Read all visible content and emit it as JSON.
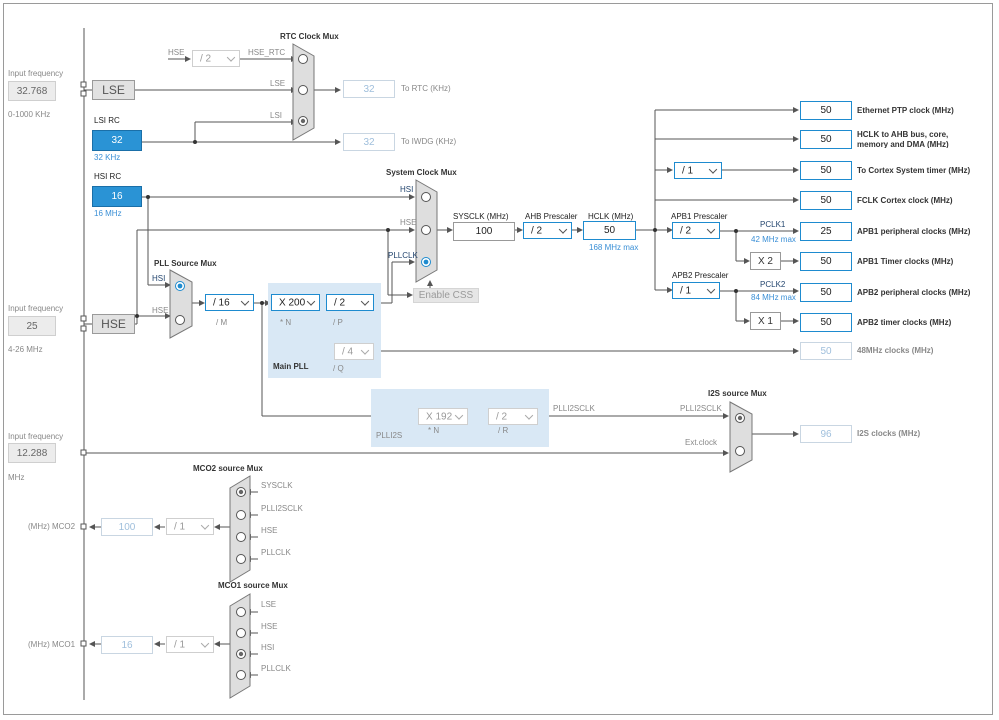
{
  "input_lse": {
    "label": "Input frequency",
    "value": "32.768",
    "range": "0-1000 KHz"
  },
  "input_hse": {
    "label": "Input frequency",
    "value": "25",
    "range": "4-26 MHz"
  },
  "input_i2s": {
    "label": "Input frequency",
    "value": "12.288",
    "range": "MHz"
  },
  "lse": {
    "label": "LSE"
  },
  "lsi": {
    "title": "LSI RC",
    "value": "32",
    "freq": "32 KHz"
  },
  "hsi": {
    "title": "HSI RC",
    "value": "16",
    "freq": "16 MHz"
  },
  "hse": {
    "label": "HSE"
  },
  "rtc": {
    "title": "RTC Clock Mux",
    "hse_label": "HSE",
    "hse_div": "/ 2",
    "hse_rtc": "HSE_RTC",
    "lse_label": "LSE",
    "lsi_label": "LSI",
    "value": "32",
    "out_label": "To RTC (KHz)"
  },
  "iwdg": {
    "value": "32",
    "out_label": "To IWDG (KHz)"
  },
  "sysmux": {
    "title": "System Clock Mux",
    "hsi": "HSI",
    "hse": "HSE",
    "pllclk": "PLLCLK",
    "enable_css": "Enable CSS"
  },
  "pllsrc": {
    "title": "PLL Source Mux",
    "hsi": "HSI",
    "hse": "HSE"
  },
  "mainpll": {
    "title": "Main PLL",
    "m_value": "/ 16",
    "m_label": "/ M",
    "n_value": "X 200",
    "n_label": "* N",
    "p_value": "/ 2",
    "p_label": "/ P",
    "q_value": "/ 4",
    "q_label": "/ Q"
  },
  "sysclk": {
    "label": "SYSCLK (MHz)",
    "value": "100"
  },
  "ahb": {
    "label": "AHB Prescaler",
    "value": "/ 2"
  },
  "hclk": {
    "label": "HCLK (MHz)",
    "value": "50",
    "max": "168 MHz max"
  },
  "apb1": {
    "label": "APB1 Prescaler",
    "value": "/ 2",
    "pclk": "PCLK1",
    "max": "42 MHz max",
    "x": "X 2"
  },
  "apb2": {
    "label": "APB2 Prescaler",
    "value": "/ 1",
    "pclk": "PCLK2",
    "max": "84 MHz max",
    "x": "X 1"
  },
  "cortex_div": {
    "value": "/ 1"
  },
  "outputs": [
    {
      "value": "50",
      "label": "Ethernet PTP clock (MHz)"
    },
    {
      "value": "50",
      "label": "HCLK to AHB bus, core,"
    },
    {
      "value": "50",
      "label": "To Cortex System timer (MHz)"
    },
    {
      "value": "50",
      "label": "FCLK Cortex clock (MHz)"
    },
    {
      "value": "25",
      "label": "APB1 peripheral clocks (MHz)"
    },
    {
      "value": "50",
      "label": "APB1 Timer clocks (MHz)"
    },
    {
      "value": "50",
      "label": "APB2 peripheral clocks (MHz)"
    },
    {
      "value": "50",
      "label": "APB2 timer clocks (MHz)"
    }
  ],
  "hclk_label_line2": "memory and DMA (MHz)",
  "usb48": {
    "value": "50",
    "label": "48MHz clocks (MHz)"
  },
  "plli2s": {
    "title": "PLLI2S",
    "n_value": "X 192",
    "n_label": "* N",
    "r_value": "/ 2",
    "r_label": "/ R",
    "out": "PLLI2SCLK"
  },
  "i2smux": {
    "title": "I2S source Mux",
    "plli2sclk": "PLLI2SCLK",
    "ext": "Ext.clock",
    "value": "96",
    "out_label": "I2S clocks (MHz)"
  },
  "mco2": {
    "title": "MCO2 source Mux",
    "in1": "SYSCLK",
    "in2": "PLLI2SCLK",
    "in3": "HSE",
    "in4": "PLLCLK",
    "div": "/ 1",
    "value": "100",
    "out_label": "(MHz) MCO2"
  },
  "mco1": {
    "title": "MCO1 source Mux",
    "in1": "LSE",
    "in2": "HSE",
    "in3": "HSI",
    "in4": "PLLCLK",
    "div": "/ 1",
    "value": "16",
    "out_label": "(MHz) MCO1"
  },
  "colors": {
    "accent": "#1e8bcf",
    "selected_fill": "#2a93d5",
    "pll_region": "#d9e8f5"
  }
}
